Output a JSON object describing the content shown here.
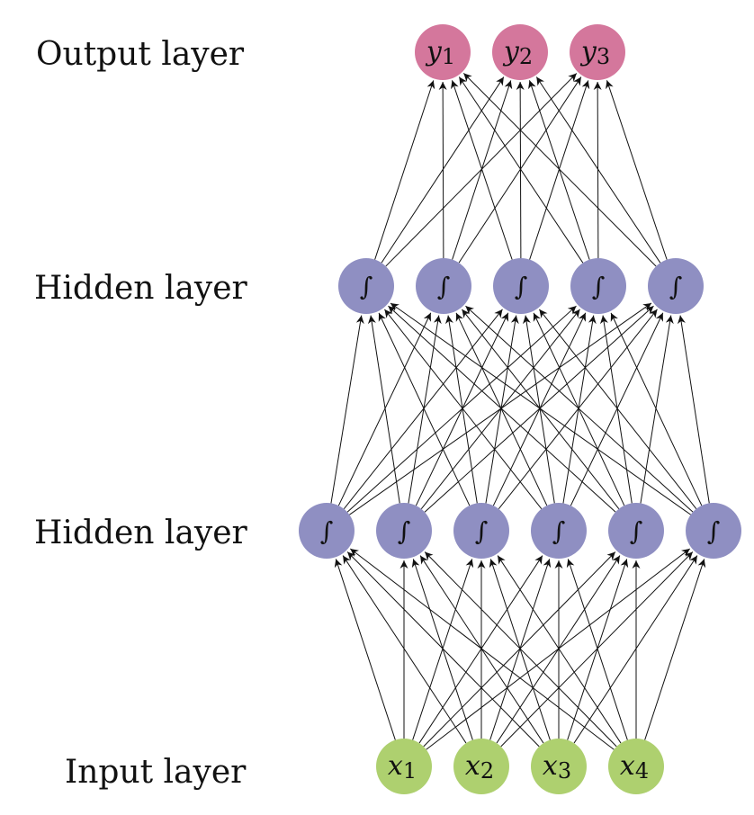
{
  "title": "Feed-forward neural network",
  "colors": {
    "output": "#d4779c",
    "hidden": "#8f8fc2",
    "input": "#aed06f",
    "edge": "#111111"
  },
  "layers": [
    {
      "id": "output",
      "label": "Output layer",
      "color_key": "output",
      "nodes": [
        {
          "sym": "y",
          "sub": "1"
        },
        {
          "sym": "y",
          "sub": "2"
        },
        {
          "sym": "y",
          "sub": "3"
        }
      ]
    },
    {
      "id": "hidden1",
      "label": "Hidden layer",
      "color_key": "hidden",
      "nodes": [
        {
          "sym": "∫"
        },
        {
          "sym": "∫"
        },
        {
          "sym": "∫"
        },
        {
          "sym": "∫"
        },
        {
          "sym": "∫"
        }
      ]
    },
    {
      "id": "hidden2",
      "label": "Hidden layer",
      "color_key": "hidden",
      "nodes": [
        {
          "sym": "∫"
        },
        {
          "sym": "∫"
        },
        {
          "sym": "∫"
        },
        {
          "sym": "∫"
        },
        {
          "sym": "∫"
        },
        {
          "sym": "∫"
        }
      ]
    },
    {
      "id": "input",
      "label": "Input layer",
      "color_key": "input",
      "nodes": [
        {
          "sym": "x",
          "sub": "1"
        },
        {
          "sym": "x",
          "sub": "2"
        },
        {
          "sym": "x",
          "sub": "3"
        },
        {
          "sym": "x",
          "sub": "4"
        }
      ]
    }
  ],
  "connections": "fully-connected, directed upward from each layer to the layer above"
}
